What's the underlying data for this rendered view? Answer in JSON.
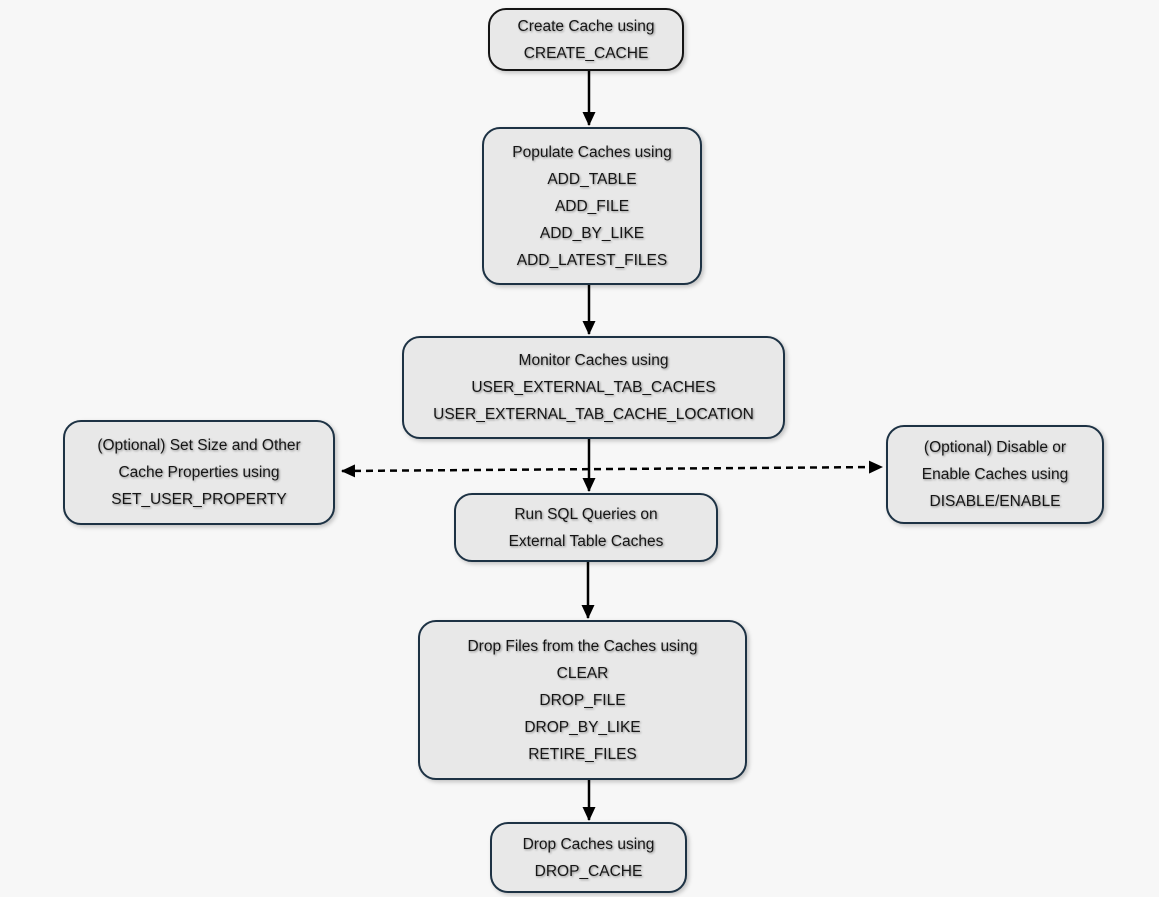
{
  "diagram": {
    "description": "External table cache lifecycle flowchart",
    "colors": {
      "background": "#f7f7f7",
      "node_fill": "#e8e8e8",
      "node_border": "#1d3244",
      "start_node_border": "#141414",
      "text": "#161616",
      "arrow": "#000000"
    },
    "nodes": [
      {
        "id": "create-cache",
        "lines": [
          "Create Cache using",
          "CREATE_CACHE"
        ]
      },
      {
        "id": "populate-caches",
        "lines": [
          "Populate Caches using",
          "ADD_TABLE",
          "ADD_FILE",
          "ADD_BY_LIKE",
          "ADD_LATEST_FILES"
        ]
      },
      {
        "id": "monitor-caches",
        "lines": [
          "Monitor Caches using",
          "USER_EXTERNAL_TAB_CACHES",
          "USER_EXTERNAL_TAB_CACHE_LOCATION"
        ]
      },
      {
        "id": "set-properties",
        "lines": [
          "(Optional) Set Size and Other",
          "Cache Properties using",
          "SET_USER_PROPERTY"
        ]
      },
      {
        "id": "disable-enable",
        "lines": [
          "(Optional) Disable or",
          "Enable Caches using",
          "DISABLE/ENABLE"
        ]
      },
      {
        "id": "run-queries",
        "lines": [
          "Run SQL Queries on",
          "External Table Caches"
        ]
      },
      {
        "id": "drop-files",
        "lines": [
          "Drop Files from the Caches using",
          "CLEAR",
          "DROP_FILE",
          "DROP_BY_LIKE",
          "RETIRE_FILES"
        ]
      },
      {
        "id": "drop-caches",
        "lines": [
          "Drop Caches using",
          "DROP_CACHE"
        ]
      }
    ],
    "connections": [
      {
        "from": "create-cache",
        "to": "populate-caches",
        "style": "solid"
      },
      {
        "from": "populate-caches",
        "to": "monitor-caches",
        "style": "solid"
      },
      {
        "from": "monitor-caches",
        "to": "run-queries",
        "style": "solid"
      },
      {
        "from": "run-queries",
        "to": "drop-files",
        "style": "solid"
      },
      {
        "from": "drop-files",
        "to": "drop-caches",
        "style": "solid"
      },
      {
        "from": "set-properties",
        "to": "disable-enable",
        "style": "dashed-double-arrow"
      }
    ]
  }
}
